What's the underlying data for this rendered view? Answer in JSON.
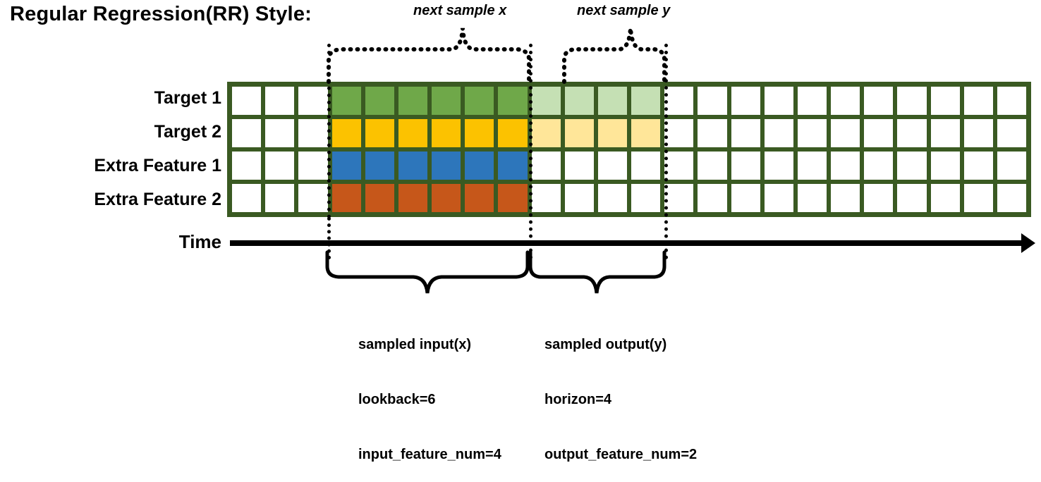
{
  "title": "Regular Regression(RR) Style:",
  "rows": [
    {
      "label": "Target 1",
      "color": "#6fa849",
      "light": "#c5e0b4"
    },
    {
      "label": "Target 2",
      "color": "#fcc200",
      "light": "#ffe699"
    },
    {
      "label": "Extra Feature 1",
      "color": "#2d76bb",
      "light": null
    },
    {
      "label": "Extra Feature 2",
      "color": "#c6571a",
      "light": null
    }
  ],
  "grid": {
    "columns": 24,
    "rows": 4,
    "border_color": "#3a5a22",
    "input_start_col": 4,
    "input_end_col": 9,
    "output_start_col": 10,
    "output_end_col": 13
  },
  "axis": {
    "label": "Time"
  },
  "top_braces": [
    {
      "label": "next sample x"
    },
    {
      "label": "next sample y"
    }
  ],
  "bottom_braces": [
    {
      "lines": [
        "sampled input(x)",
        "lookback=6",
        "input_feature_num=4"
      ]
    },
    {
      "lines": [
        "sampled output(y)",
        "horizon=4",
        "output_feature_num=2"
      ]
    }
  ],
  "palette": {
    "green": "#6fa849",
    "amber": "#fcc200",
    "blue": "#2d76bb",
    "orange": "#c6571a",
    "light_green": "#c5e0b4",
    "light_amber": "#ffe699",
    "grid_border": "#3a5a22",
    "ink": "#000000"
  }
}
